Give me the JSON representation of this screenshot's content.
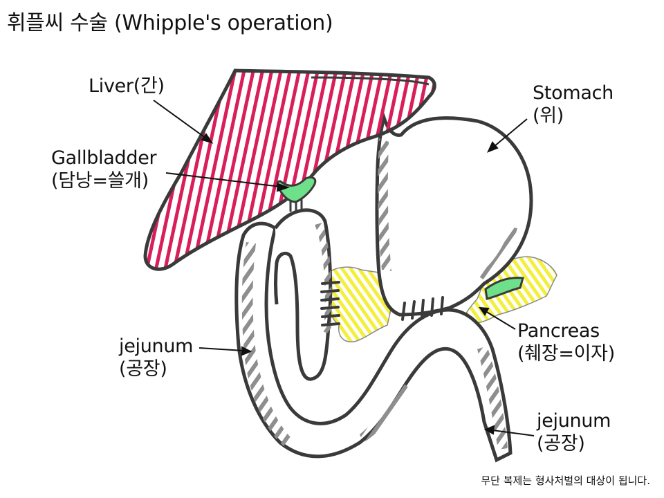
{
  "title": "휘플씨 수술 (Whipple's operation)",
  "labels": {
    "liver": "Liver(간)",
    "gallbladder_line1": "Gallbladder",
    "gallbladder_line2": "(담낭=쓸개)",
    "stomach_line1": "Stomach",
    "stomach_line2": "(위)",
    "pancreas_line1": "Pancreas",
    "pancreas_line2": "(췌장=이자)",
    "jejunum_left_line1": "jejunum",
    "jejunum_left_line2": "(공장)",
    "jejunum_right_line1": "jejunum",
    "jejunum_right_line2": "(공장)"
  },
  "footer": "무단 복제는 형사처벌의 대상이 됩니다.",
  "colors": {
    "liver": "#d81e5b",
    "gallbladder": "#6ee08a",
    "pancreas": "#f3ef3c",
    "outline": "#3a3a3a",
    "jejunum_shade": "#8e8e8e"
  }
}
